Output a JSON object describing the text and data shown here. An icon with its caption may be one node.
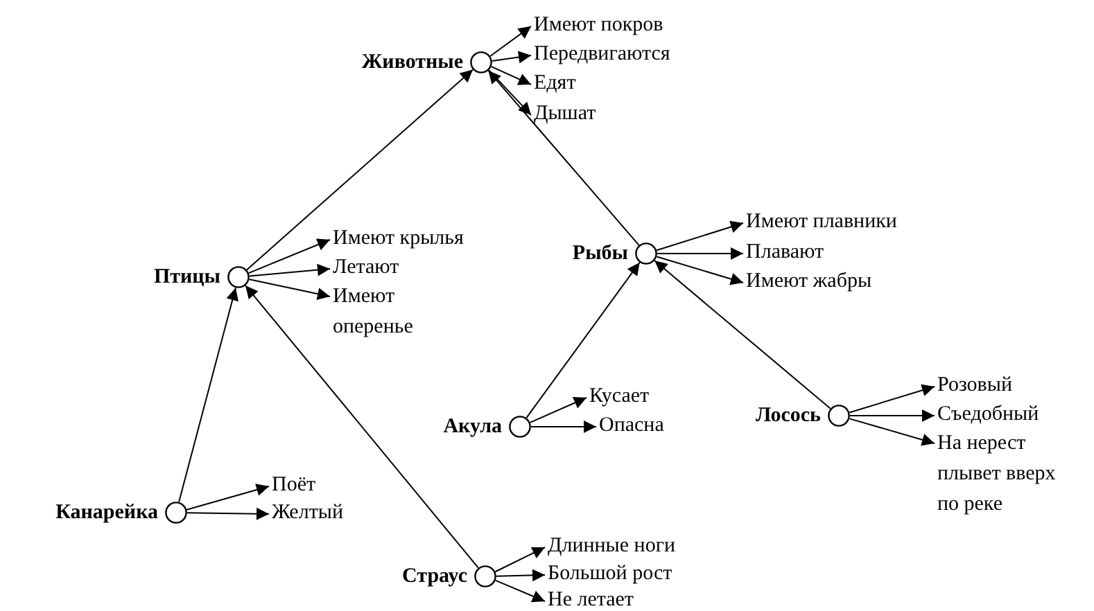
{
  "diagram": {
    "nodes": [
      {
        "text": [],
        "shape": "circle",
        "beside": [
          "Животные"
        ]
      },
      {
        "text": [
          "Имеют покров"
        ]
      },
      {
        "text": [
          "Передвигаются"
        ]
      },
      {
        "text": [
          "Едят"
        ]
      },
      {
        "text": [
          "Дышат"
        ]
      },
      {
        "text": [],
        "shape": "circle",
        "beside": [
          "Птицы"
        ]
      },
      {
        "text": [
          "Имеют крылья"
        ]
      },
      {
        "text": [
          "Летают"
        ]
      },
      {
        "text": [
          "Имеют оперенье"
        ]
      },
      {
        "text": [],
        "shape": "circle",
        "beside": [
          "Рыбы"
        ]
      },
      {
        "text": [
          "Имеют плавники"
        ]
      },
      {
        "text": [
          "Плавают"
        ]
      },
      {
        "text": [
          "Имеют жабры"
        ]
      },
      {
        "text": [],
        "shape": "circle",
        "beside": [
          "Акула"
        ]
      },
      {
        "text": [
          "Кусает"
        ]
      },
      {
        "text": [
          "Опасна"
        ]
      },
      {
        "text": [],
        "shape": "circle",
        "beside": [
          "Лосось"
        ]
      },
      {
        "text": [
          "Розовый"
        ]
      },
      {
        "text": [
          "Съедобный"
        ]
      },
      {
        "text": [
          "На нерест плывет вверх по реке"
        ]
      },
      {
        "text": [],
        "shape": "circle",
        "beside": [
          "Канарейка"
        ]
      },
      {
        "text": [
          "Поёт"
        ]
      },
      {
        "text": [
          "Желтый"
        ]
      },
      {
        "text": [],
        "shape": "circle",
        "beside": [
          "Страус"
        ]
      },
      {
        "text": [
          "Длинные ноги"
        ]
      },
      {
        "text": [
          "Большой рост"
        ]
      },
      {
        "text": [
          "Не летает"
        ]
      }
    ],
    "edges": [
      {
        "from": 0,
        "to": 1,
        "arrow": "to"
      },
      {
        "from": 0,
        "to": 2,
        "arrow": "to"
      },
      {
        "from": 0,
        "to": 3,
        "arrow": "to"
      },
      {
        "from": 0,
        "to": 4,
        "arrow": "to"
      },
      {
        "from": 5,
        "to": 0,
        "arrow": "to"
      },
      {
        "from": 9,
        "to": 0,
        "arrow": "to"
      },
      {
        "from": 5,
        "to": 6,
        "arrow": "to"
      },
      {
        "from": 5,
        "to": 7,
        "arrow": "to"
      },
      {
        "from": 5,
        "to": 8,
        "arrow": "to"
      },
      {
        "from": 9,
        "to": 10,
        "arrow": "to"
      },
      {
        "from": 9,
        "to": 11,
        "arrow": "to"
      },
      {
        "from": 9,
        "to": 12,
        "arrow": "to"
      },
      {
        "from": 13,
        "to": 9,
        "arrow": "to"
      },
      {
        "from": 16,
        "to": 9,
        "arrow": "to"
      },
      {
        "from": 13,
        "to": 14,
        "arrow": "to"
      },
      {
        "from": 13,
        "to": 15,
        "arrow": "to"
      },
      {
        "from": 16,
        "to": 17,
        "arrow": "to"
      },
      {
        "from": 16,
        "to": 18,
        "arrow": "to"
      },
      {
        "from": 16,
        "to": 19,
        "arrow": "to"
      },
      {
        "from": 20,
        "to": 5,
        "arrow": "to"
      },
      {
        "from": 23,
        "to": 5,
        "arrow": "to"
      },
      {
        "from": 20,
        "to": 21,
        "arrow": "to"
      },
      {
        "from": 20,
        "to": 22,
        "arrow": "to"
      },
      {
        "from": 23,
        "to": 24,
        "arrow": "to"
      },
      {
        "from": 23,
        "to": 25,
        "arrow": "to"
      },
      {
        "from": 23,
        "to": 26,
        "arrow": "to"
      }
    ]
  }
}
